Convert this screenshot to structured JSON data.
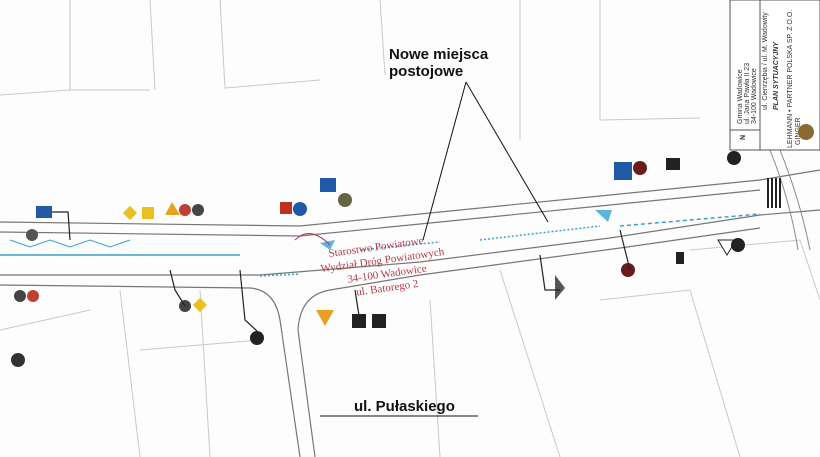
{
  "annotation": {
    "line1": "Nowe miejsca",
    "line2": "postojowe"
  },
  "street_label": "ul. Pułaskiego",
  "stamp": {
    "line1": "Starostwo Powiatowe",
    "line2": "Wydział Dróg Powiatowych",
    "line3": "34-100 Wadowice",
    "line4": "ul. Batorego 2"
  },
  "title_block": {
    "title": "PLAN SYTUACYJNY",
    "company": "LEHMANN • PARTNER POLSKA SP. Z O.O.",
    "location": "ul. Cienrzębia / ul. M. Wadowity",
    "investor1": "Gmina Wadowice",
    "investor2": "ul. Jana Pawła II 23",
    "investor3": "34-100 Wadowice",
    "logo": "GINGER",
    "north": "N"
  },
  "colors": {
    "dimension": "#3aa0d0",
    "stamp": "#b23a48",
    "sign_blue": "#1f5aa6"
  }
}
